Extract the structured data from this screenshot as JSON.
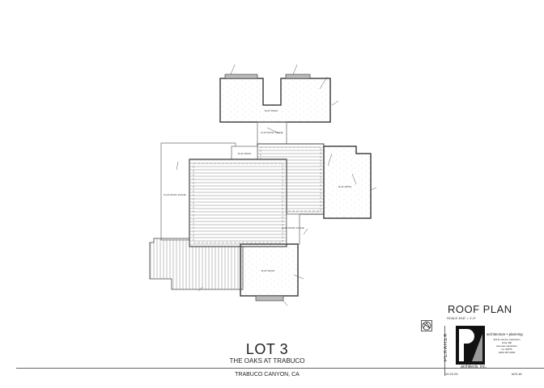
{
  "drawing": {
    "roof_labels": {
      "flat_roof": "FLAT ROOF",
      "flat_roof_plane": "FLAT ROOF PLANE"
    }
  },
  "title_block": {
    "lot": "LOT 3",
    "project": "THE OAKS AT TRABUCO",
    "location": "TRABUCO CANYON, CA",
    "sheet_title": "ROOF PLAN",
    "scale": "SCALE 3/16\" = 1'-0\"",
    "firm_vertical": "PEKAREK",
    "firm_name": "architects, inc.",
    "services": "architecture • planning",
    "address_lines": [
      "31411 camino capistrano",
      "suite 300",
      "san juan capistrano",
      "ca. 92675",
      "(949) 487-0000"
    ],
    "date": "10.24.24",
    "job_number": "#23-16"
  }
}
